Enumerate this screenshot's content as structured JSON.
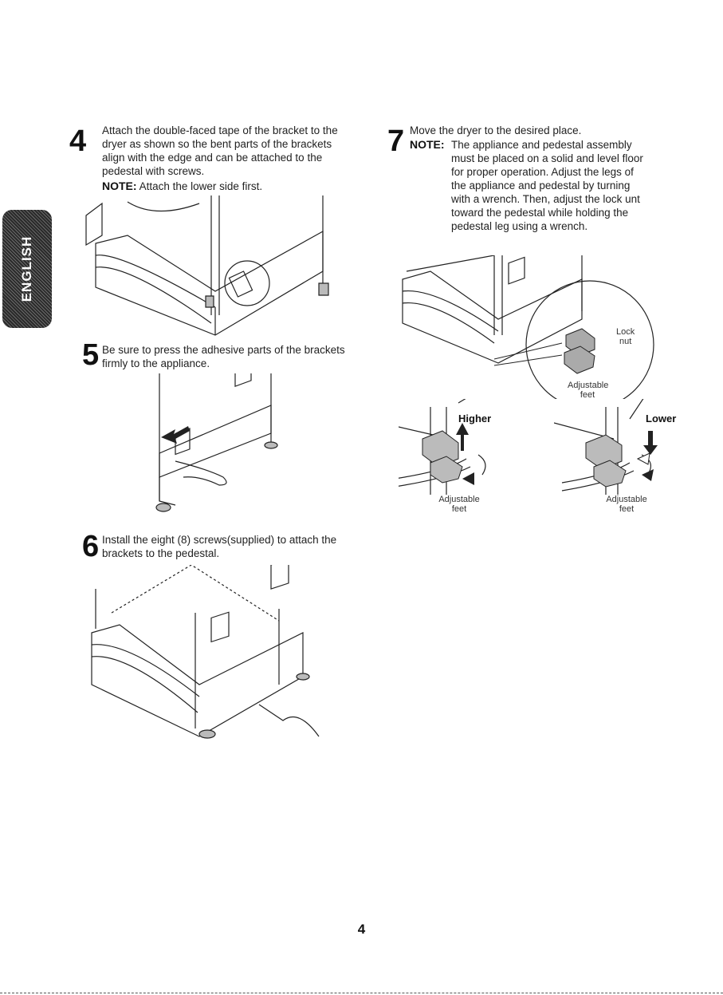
{
  "side_tab": {
    "label": "ENGLISH"
  },
  "step4": {
    "number": "4",
    "text": "Attach the double-faced tape of the bracket to the dryer as shown so the bent parts of the brackets align with the edge and can be attached to the pedestal with screws.",
    "note_label": "NOTE:",
    "note_text": "Attach the lower side first."
  },
  "step5": {
    "number": "5",
    "text": "Be sure to press the adhesive parts of  the brackets firmly to the appliance."
  },
  "step6": {
    "number": "6",
    "text": "Install the eight (8) screws(supplied) to attach the brackets to the pedestal."
  },
  "step7": {
    "number": "7",
    "text": "Move the dryer to the desired place.",
    "note_label": "NOTE:",
    "note_text": "The appliance and pedestal assembly must be placed on a solid and level floor for proper operation. Adjust the legs of the appliance and pedestal by turning with a wrench. Then, adjust the lock unt toward the pedestal while holding the pedestal leg using a wrench."
  },
  "callouts": {
    "lock_nut_1": "Lock",
    "lock_nut_2": "nut",
    "adjustable_feet_1": "Adjustable",
    "adjustable_feet_2": "feet",
    "higher": "Higher",
    "lower": "Lower"
  },
  "page_number": "4"
}
